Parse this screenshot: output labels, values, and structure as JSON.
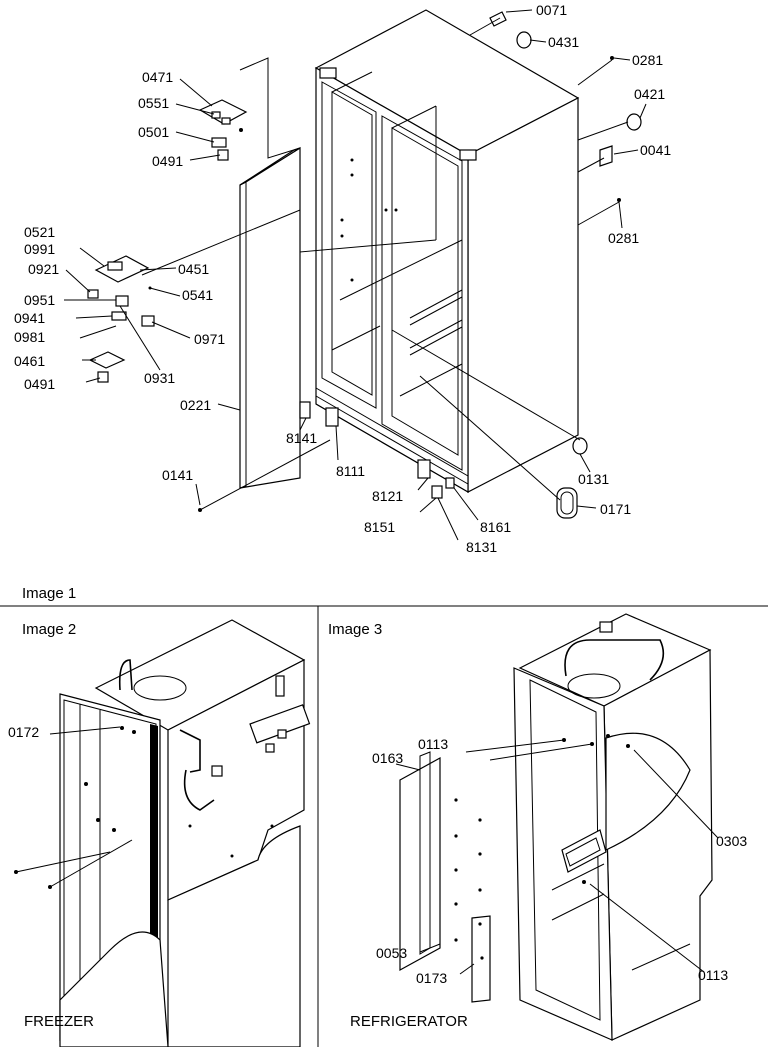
{
  "captions": {
    "image1": "Image 1",
    "image2": "Image 2",
    "image3": "Image 3",
    "freezer": "FREEZER",
    "refrigerator": "REFRIGERATOR"
  },
  "labels_image1": [
    "0071",
    "0431",
    "0281",
    "0421",
    "0041",
    "0281",
    "0471",
    "0551",
    "0501",
    "0491",
    "0521",
    "0991",
    "0921",
    "0451",
    "0541",
    "0951",
    "0941",
    "0981",
    "0971",
    "0931",
    "0461",
    "0491",
    "0221",
    "8141",
    "8111",
    "0141",
    "8121",
    "8151",
    "8131",
    "8161",
    "0131",
    "0171"
  ],
  "labels_image2": [
    "0172"
  ],
  "labels_image3": [
    "0163",
    "0113",
    "0303",
    "0053",
    "0173",
    "0113"
  ]
}
